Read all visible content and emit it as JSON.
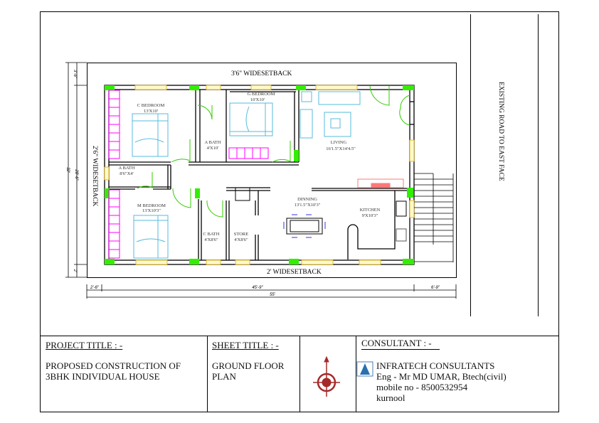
{
  "plan": {
    "setback_top": "3'6\" WIDESETBACK",
    "setback_left": "2'6\" WIDESETBACK",
    "setback_bottom": "2' WIDESETBACK",
    "road": "EXISTING ROAD TO EAST FACE",
    "rooms": [
      {
        "name": "C BEDROOM",
        "size": "13'X10'"
      },
      {
        "name": "A BATH",
        "size": "4'X10'"
      },
      {
        "name": "G BEDROOM",
        "size": "10'X10'"
      },
      {
        "name": "LIVING",
        "size": "16'1.5\"X14'4.5\""
      },
      {
        "name": "A BATH",
        "size": "8'6\"X4'"
      },
      {
        "name": "M BEDROOM",
        "size": "13'X10'3\""
      },
      {
        "name": "C BATH",
        "size": "4'X8'6\""
      },
      {
        "name": "STORE",
        "size": "4'X8'6\""
      },
      {
        "name": "DINNING",
        "size": "13'1.5\"X10'3\""
      },
      {
        "name": "KITCHEN",
        "size": "9'X10'3\""
      }
    ],
    "dims": {
      "top": "3'-6\"",
      "total_v": "32'",
      "inner_v": "28'-6\"",
      "bottom": "2'",
      "left": "2'-6\"",
      "middle": "45'-9\"",
      "right": "6'-9\"",
      "total_h": "55'"
    },
    "colors": {
      "column": "#33ee00",
      "window": "#e0b000",
      "wardrobe": "#ff00ff",
      "furniture": "#55bbdd",
      "door": "#33cc00",
      "dining": "#3333ee",
      "sofa": "#ff7777"
    }
  },
  "title_block": {
    "project_heading": "PROJECT TITLE : -",
    "project_line1": "PROPOSED CONSTRUCTION OF",
    "project_line2": "3BHK INDIVIDUAL HOUSE",
    "sheet_heading": "SHEET TITLE : -",
    "sheet_line1": "GROUND FLOOR",
    "sheet_line2": "PLAN",
    "consultant_heading": "CONSULTANT : -",
    "company": "INFRATECH  CONSULTANTS",
    "engineer": "Eng - Mr MD UMAR, Btech(civil)",
    "mobile": "mobile no - 8500532954",
    "city": "kurnool",
    "compass_icon": "compass-rose-icon",
    "logo_icon": "building-logo-icon"
  }
}
